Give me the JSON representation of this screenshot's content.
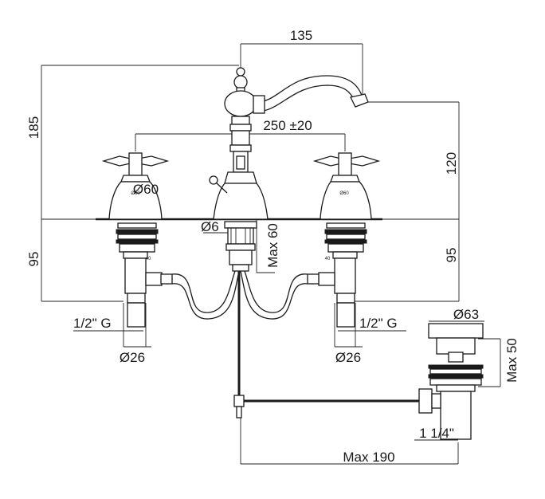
{
  "dimensions": {
    "spout_reach": "135",
    "overall_height": "185",
    "handle_spacing": "250 ±20",
    "spout_height": "120",
    "left_handle_diameter": "Ø60",
    "left_handle_stamp": "Ø60",
    "right_handle_stamp": "Ø60",
    "spout_base_diameter": "Ø6",
    "max_thickness": "Max 60",
    "left_below_deck": "95",
    "right_below_deck": "95",
    "left_nut_stamp": "40",
    "right_nut_stamp": "40",
    "left_thread": "1/2\" G",
    "right_thread": "1/2\" G",
    "left_shank_diameter": "Ø26",
    "right_shank_diameter": "Ø26",
    "waste_diameter": "Ø63",
    "waste_height": "Max 50",
    "waste_thread": "1 1/4\"",
    "rod_reach": "Max 190"
  }
}
